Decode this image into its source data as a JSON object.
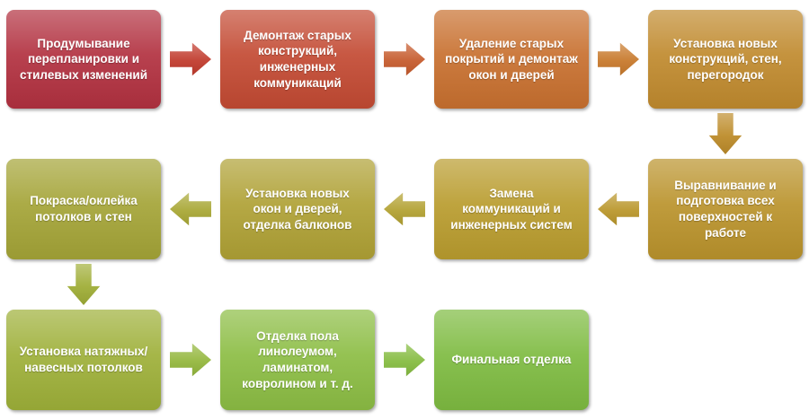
{
  "steps": [
    {
      "label": "Продумывание перепланировки и стилевых изменений",
      "color": "#b23140"
    },
    {
      "label": "Демонтаж старых конструкций, инженерных коммуникаций",
      "color": "#c34a33"
    },
    {
      "label": "Удаление старых покрытий и демонтаж окон и дверей",
      "color": "#c8702f"
    },
    {
      "label": "Установка новых конструкций, стен, перегородок",
      "color": "#c08a2e"
    },
    {
      "label": "Выравнивание и подготовка всех поверхностей к работе",
      "color": "#ba932c"
    },
    {
      "label": "Замена коммуникаций и инженерных систем",
      "color": "#b99c2e"
    },
    {
      "label": "Установка новых окон и дверей, отделка балконов",
      "color": "#afa135"
    },
    {
      "label": "Покраска/оклейка потолков и стен",
      "color": "#a4a437"
    },
    {
      "label": "Установка натяжных/навесных потолков",
      "color": "#9eb039"
    },
    {
      "label": "Отделка пола линолеумом, ламинатом, ковролином и т. д.",
      "color": "#8cbd44"
    },
    {
      "label": "Финальная отделка",
      "color": "#7ebb41"
    }
  ],
  "arrows": [
    {
      "direction": "right",
      "color": "#c13c2e"
    },
    {
      "direction": "right",
      "color": "#c65c2e"
    },
    {
      "direction": "right",
      "color": "#c87a2d"
    },
    {
      "direction": "down",
      "color": "#bd8c2b"
    },
    {
      "direction": "left",
      "color": "#ba972d"
    },
    {
      "direction": "left",
      "color": "#b3a233"
    },
    {
      "direction": "left",
      "color": "#a9a837"
    },
    {
      "direction": "down",
      "color": "#a0ae38"
    },
    {
      "direction": "right",
      "color": "#94b73e"
    },
    {
      "direction": "right",
      "color": "#86bc42"
    }
  ]
}
